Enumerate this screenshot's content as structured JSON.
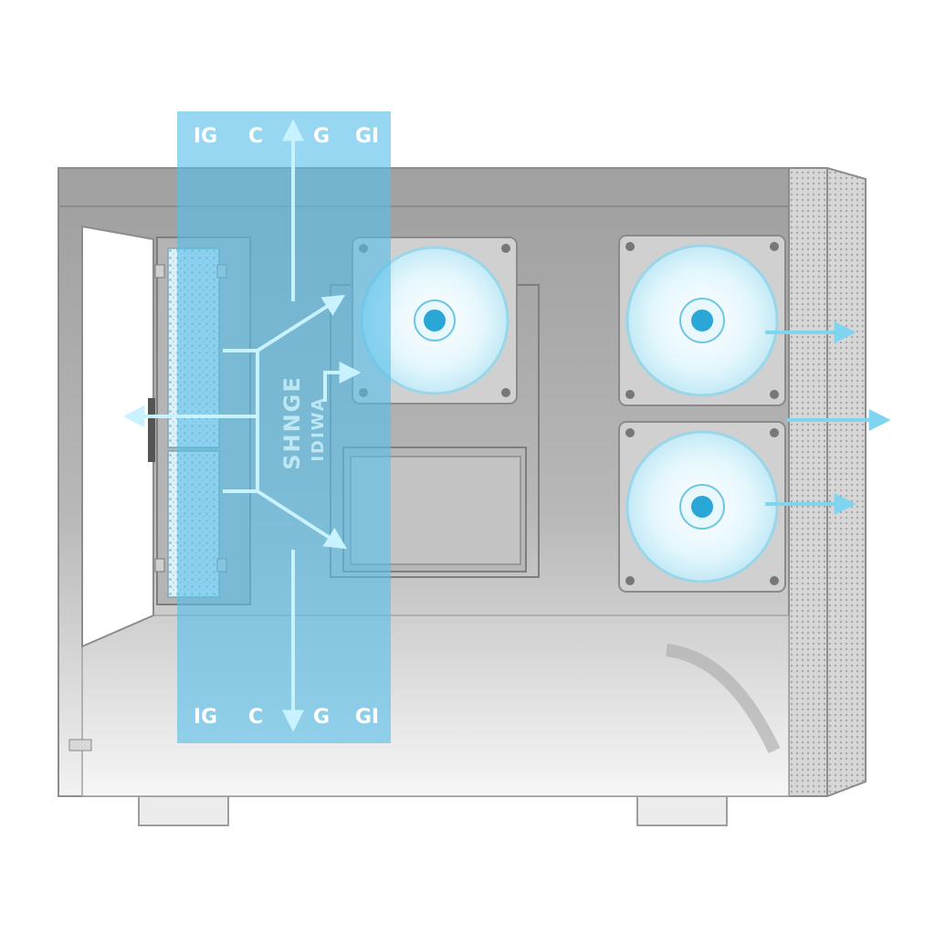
{
  "labels": {
    "overlay_top": [
      "IG",
      "C",
      "G",
      "GI"
    ],
    "overlay_bottom": [
      "IG",
      "C",
      "G",
      "GI"
    ],
    "center_line1": "SHNGE",
    "center_line2": "IDIWA"
  },
  "colors": {
    "case_body": "#a9a9a9",
    "case_light": "#e6e6e6",
    "overlay": "#59bfe8",
    "flow_arrow": "#c8f2ff",
    "fan_glow": "#dff6fc",
    "fan_hub": "#2aa7d6"
  },
  "icons": [
    "fan-icon",
    "arrow-icon",
    "filter-grille"
  ]
}
